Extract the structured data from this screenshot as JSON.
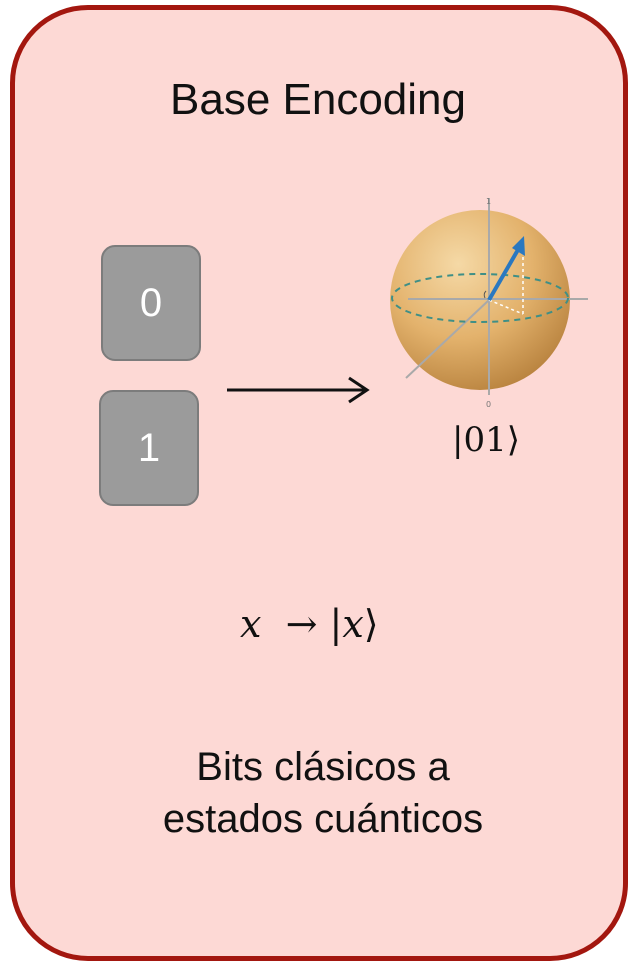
{
  "title": "Base Encoding",
  "bits": [
    "0",
    "1"
  ],
  "bloch": {
    "axis_top_label": "1",
    "axis_bottom_label": "0",
    "state_ket": "|01⟩",
    "sphere_color": "#e0ad66",
    "vector_color": "#2a78c0"
  },
  "formula": {
    "left": "x",
    "arrow": "→",
    "right_open": "|",
    "right_var": "x",
    "right_close": "⟩"
  },
  "description": [
    "Bits clásicos a",
    "estados cuánticos"
  ],
  "colors": {
    "card_fill": "#fdd9d5",
    "card_border": "#a3170f",
    "bit_fill": "#9b9b9b"
  }
}
